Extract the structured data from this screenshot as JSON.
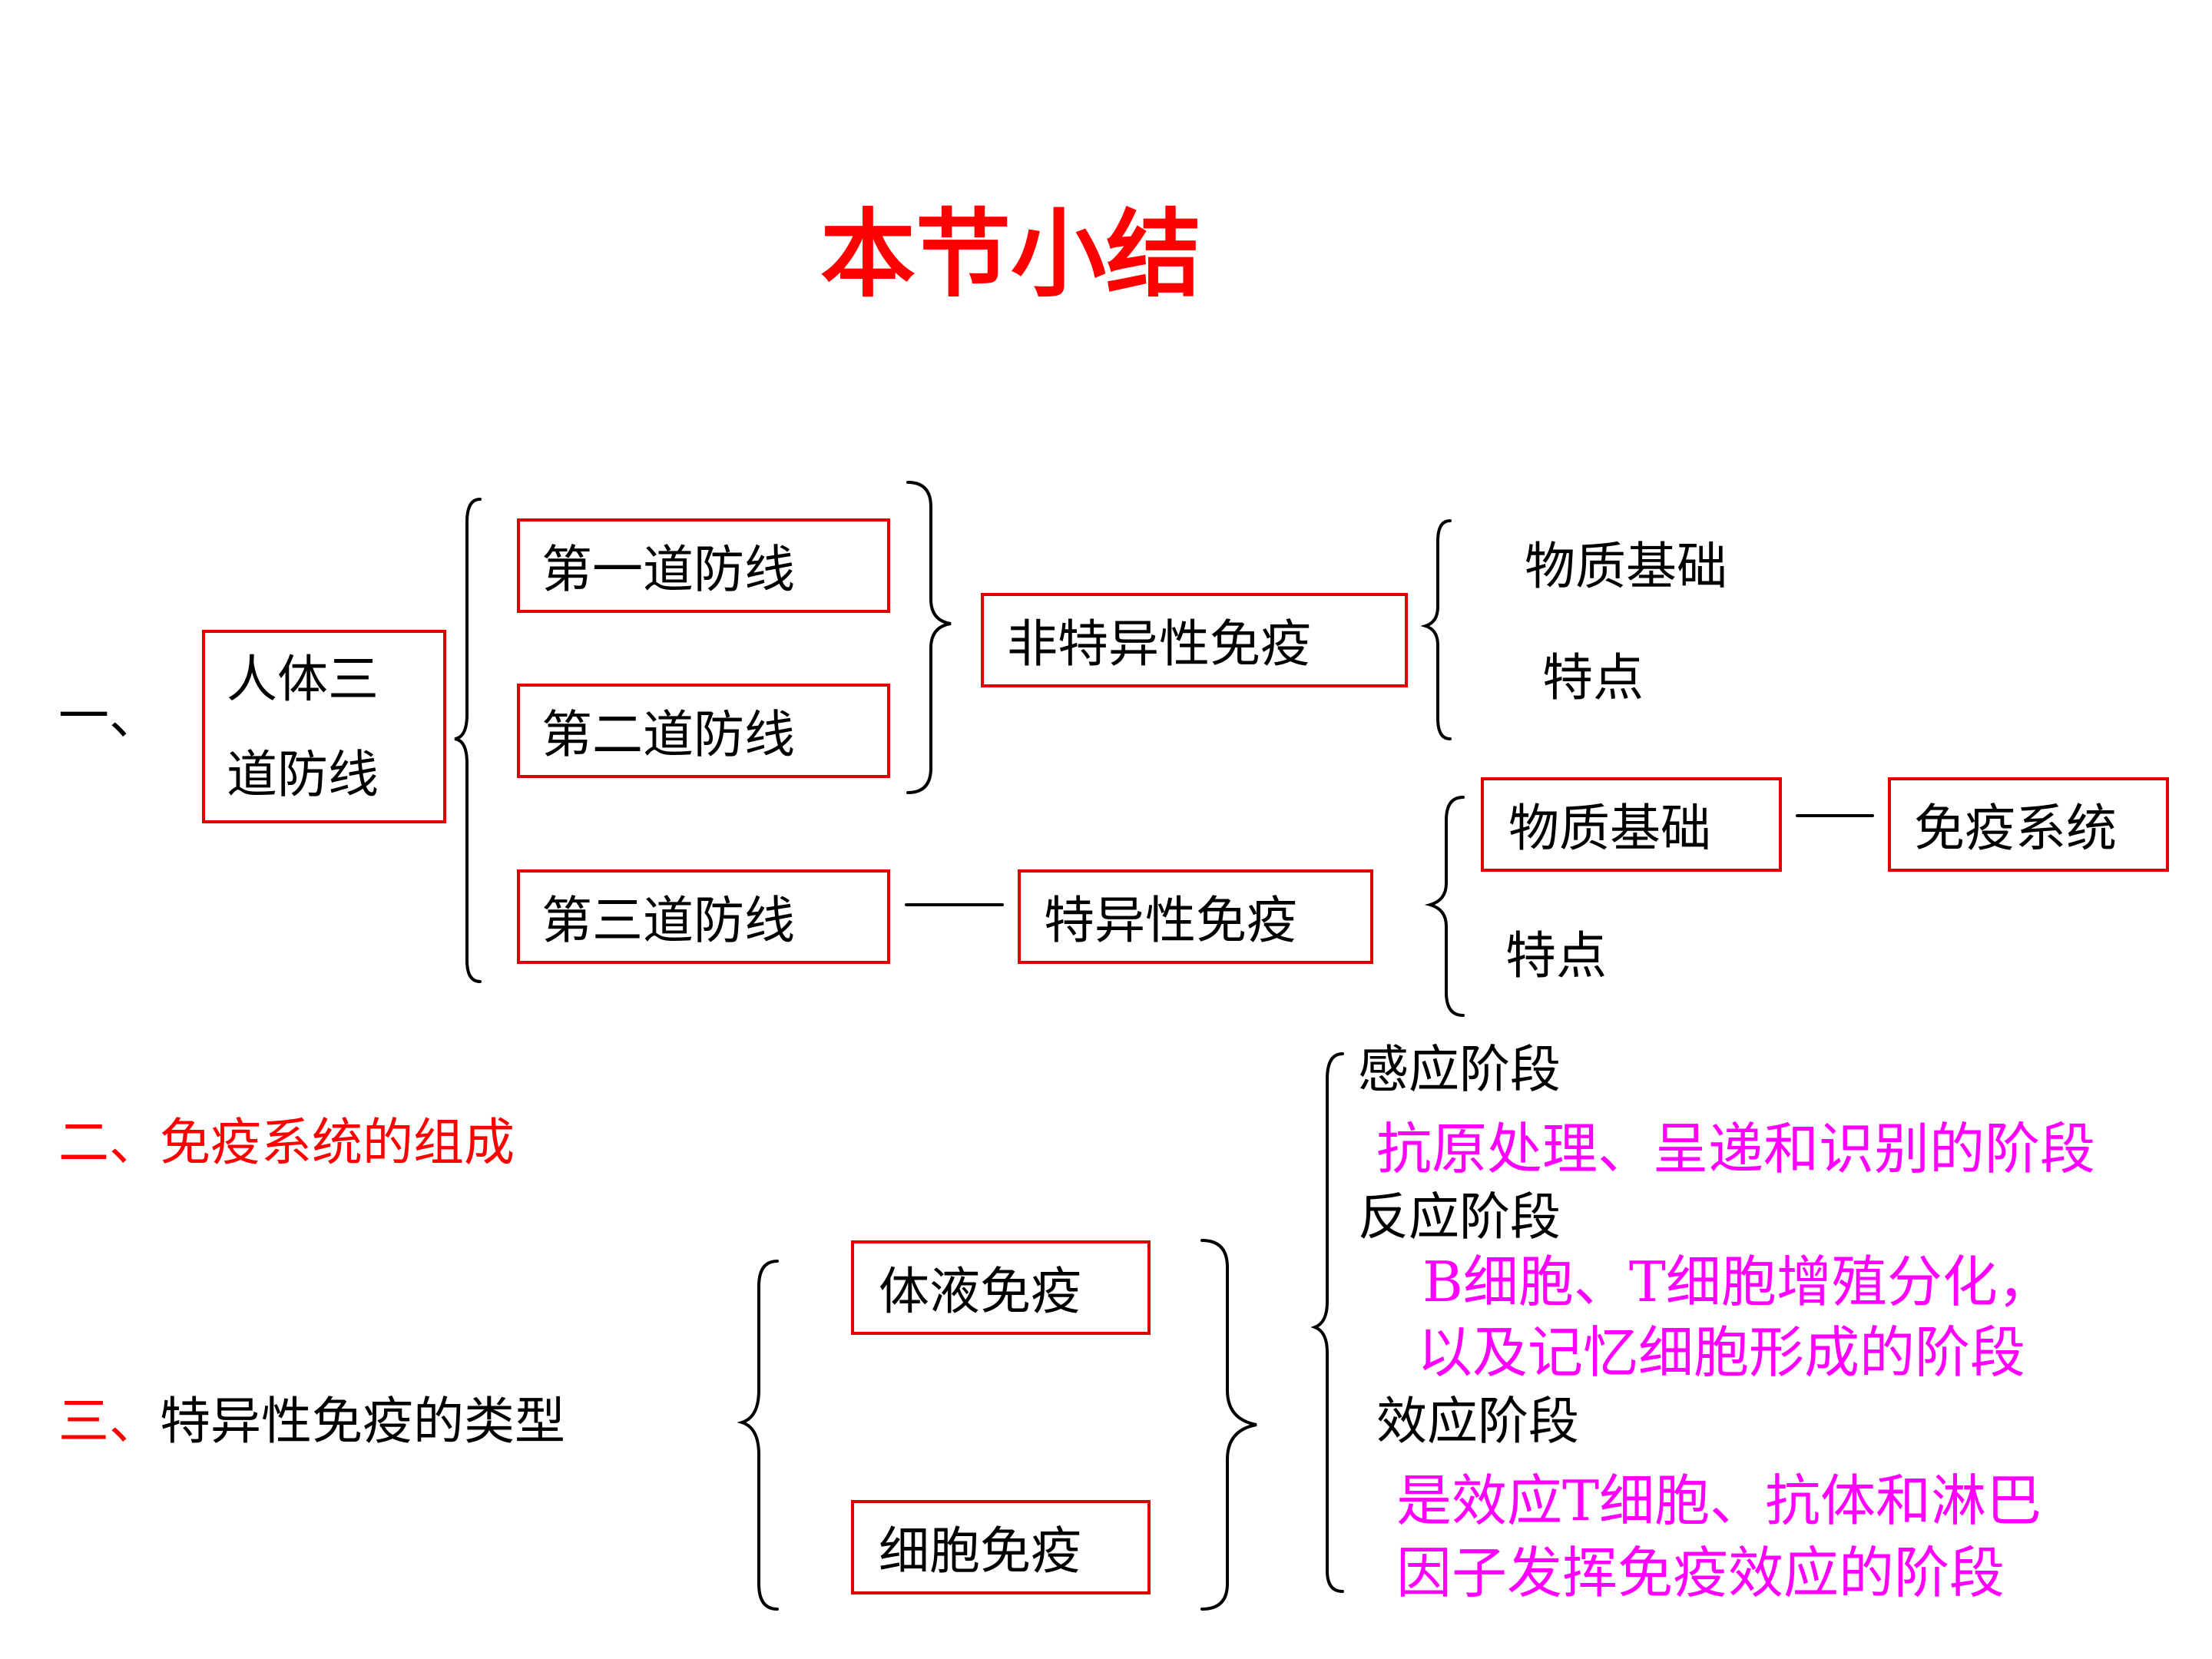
{
  "title": "本节小结",
  "colors": {
    "title": "#ff0000",
    "box_border": "#e10000",
    "magenta": "#ff00ff",
    "red": "#ff0000"
  },
  "section1": {
    "label": "一、",
    "root": {
      "line1": "人体三",
      "line2": "道防线"
    },
    "first_line": "第一道防线",
    "second_line": "第二道防线",
    "third_line": "第三道防线",
    "nonspecific": "非特异性免疫",
    "nonspecific_items": [
      "物质基础",
      "特点"
    ],
    "specific": "特异性免疫",
    "specific_basis": "物质基础",
    "immune_system": "免疫系统",
    "specific_feature": "特点"
  },
  "section2": {
    "label": "二、免疫系统的组成"
  },
  "section3": {
    "label_prefix": "三、",
    "label_rest": "特异性免疫的类型",
    "humoral": "体液免疫",
    "cellular": "细胞免疫",
    "stages": {
      "induction": "感应阶段",
      "induction_desc": "抗原处理、呈递和识别的阶段",
      "reaction": "反应阶段",
      "reaction_desc_1": "B细胞、T细胞增殖分化，",
      "reaction_desc_2": "以及记忆细胞形成的阶段",
      "effect": "效应阶段",
      "effect_desc_1": "是效应T细胞、抗体和淋巴",
      "effect_desc_2": "因子发挥免疫效应的阶段"
    }
  }
}
